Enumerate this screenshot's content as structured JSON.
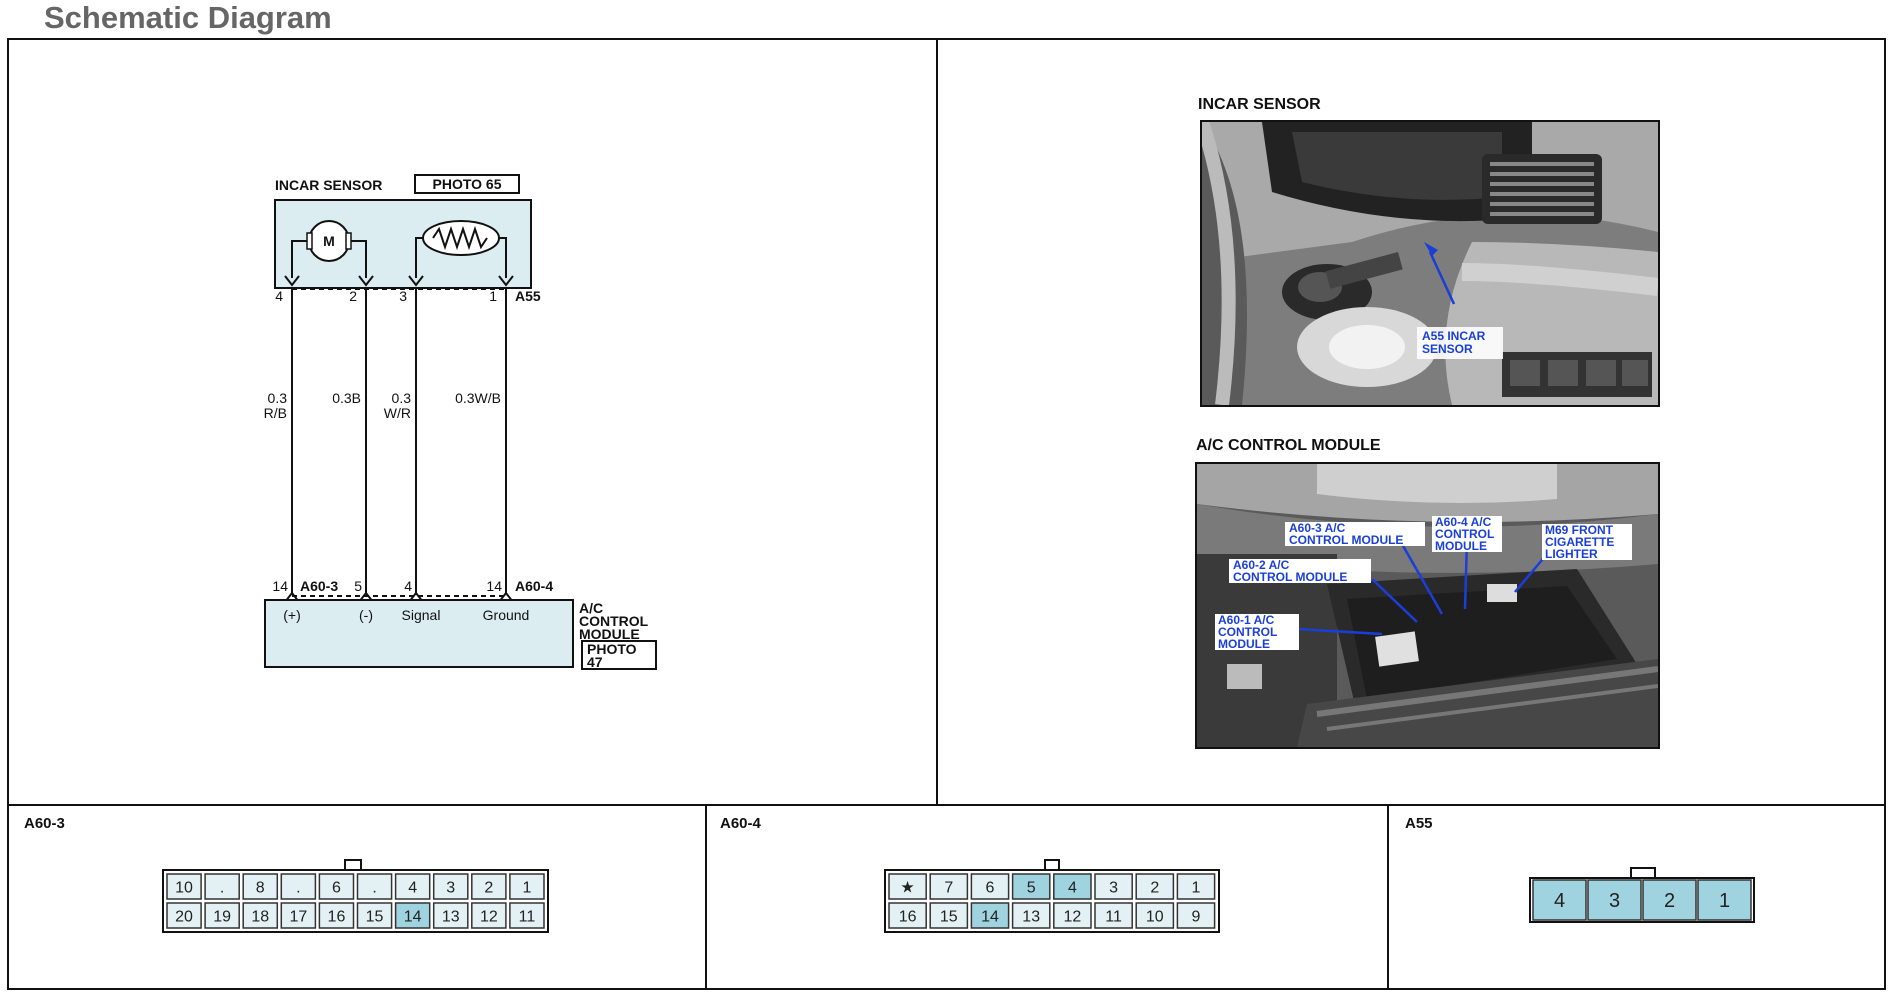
{
  "page_title": "Schematic Diagram",
  "schematic": {
    "sensor_label": "INCAR SENSOR",
    "photo_ref": "PHOTO 65",
    "motor_symbol": "M",
    "sensor_connector": "A55",
    "pins_top": [
      "4",
      "2",
      "3",
      "1"
    ],
    "wires": [
      {
        "size": "0.3",
        "color": "R/B"
      },
      {
        "size": "0.3B",
        "color": ""
      },
      {
        "size": "0.3",
        "color": "W/R"
      },
      {
        "size": "0.3W/B",
        "color": ""
      }
    ],
    "pins_bottom": [
      "14",
      "5",
      "4",
      "14"
    ],
    "module_connector_left": "A60-3",
    "module_connector_right": "A60-4",
    "terminals": [
      "(+)",
      "(-)",
      "Signal",
      "Ground"
    ],
    "module_label": [
      "A/C",
      "CONTROL",
      "MODULE"
    ],
    "module_photo": [
      "PHOTO",
      "47"
    ]
  },
  "photos": {
    "incar_title": "INCAR SENSOR",
    "incar_callout": [
      "A55 INCAR",
      "SENSOR"
    ],
    "ac_title": "A/C CONTROL MODULE",
    "ac_callouts": {
      "a60_3": [
        "A60-3 A/C",
        "CONTROL MODULE"
      ],
      "a60_4": [
        "A60-4 A/C",
        "CONTROL",
        "MODULE"
      ],
      "m69": [
        "M69 FRONT",
        "CIGARETTE",
        "LIGHTER"
      ],
      "a60_2": [
        "A60-2 A/C",
        "CONTROL MODULE"
      ],
      "a60_1": [
        "A60-1 A/C",
        "CONTROL",
        "MODULE"
      ]
    }
  },
  "connectors": {
    "a60_3": {
      "title": "A60-3",
      "top": [
        "10",
        ".",
        "8",
        ".",
        "6",
        ".",
        "4",
        "3",
        "2",
        "1"
      ],
      "bottom": [
        "20",
        "19",
        "18",
        "17",
        "16",
        "15",
        "14",
        "13",
        "12",
        "11"
      ],
      "highlight": [
        "14"
      ]
    },
    "a60_4": {
      "title": "A60-4",
      "top": [
        "★",
        "7",
        "6",
        "5",
        "4",
        "3",
        "2",
        "1"
      ],
      "bottom": [
        "16",
        "15",
        "14",
        "13",
        "12",
        "11",
        "10",
        "9"
      ],
      "highlight": [
        "5",
        "4",
        "14"
      ]
    },
    "a55": {
      "title": "A55",
      "pins": [
        "4",
        "3",
        "2",
        "1"
      ]
    }
  },
  "colors": {
    "highlight": "#9fd3df",
    "pin_fill": "#e3f1f4",
    "box_fill": "#dcedf2",
    "callout": "#1a3fd8"
  }
}
